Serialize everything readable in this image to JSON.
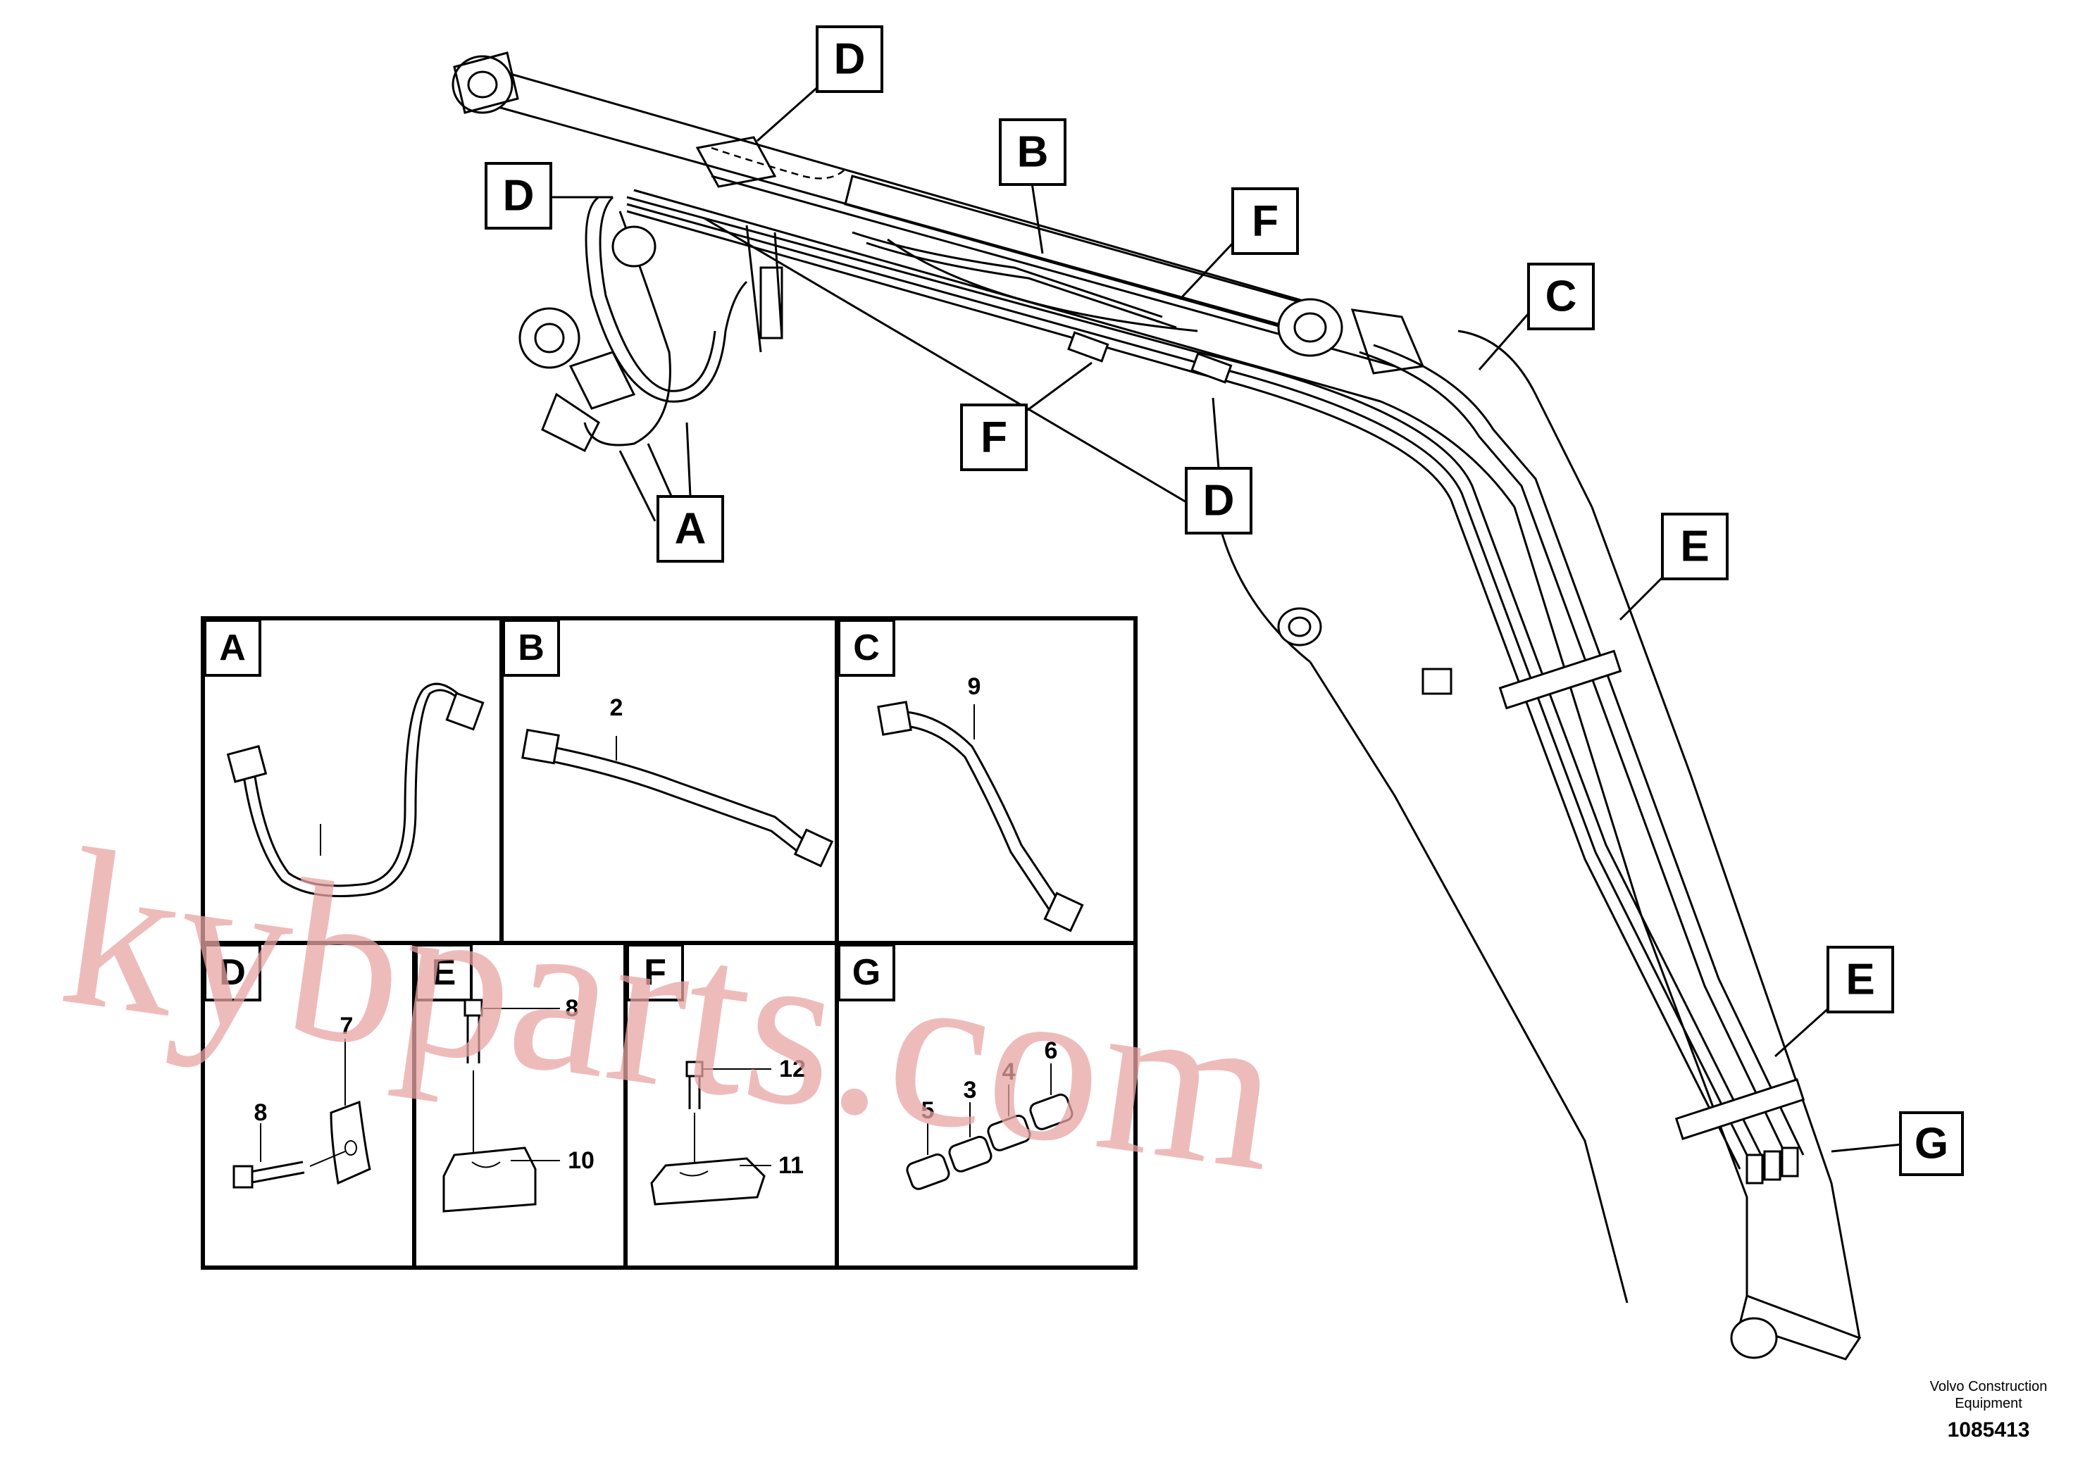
{
  "callouts": [
    "A",
    "B",
    "C",
    "D",
    "E",
    "F",
    "G"
  ],
  "panels": {
    "A": {
      "tag": "A"
    },
    "B": {
      "tag": "B",
      "part": "2"
    },
    "C": {
      "tag": "C",
      "part": "9"
    },
    "D": {
      "tag": "D",
      "parts": [
        "7",
        "8"
      ]
    },
    "E": {
      "tag": "E",
      "parts": [
        "8",
        "10"
      ]
    },
    "F": {
      "tag": "F",
      "parts": [
        "12",
        "11"
      ]
    },
    "G": {
      "tag": "G",
      "parts": [
        "6",
        "4",
        "3",
        "5"
      ]
    }
  },
  "watermark": "kybparts.com",
  "publisher": {
    "line1": "Volvo Construction",
    "line2": "Equipment"
  },
  "drawing_number": "1085413",
  "colors": {
    "line": "#000000",
    "watermark": "#e8a4a4",
    "background": "#ffffff"
  }
}
